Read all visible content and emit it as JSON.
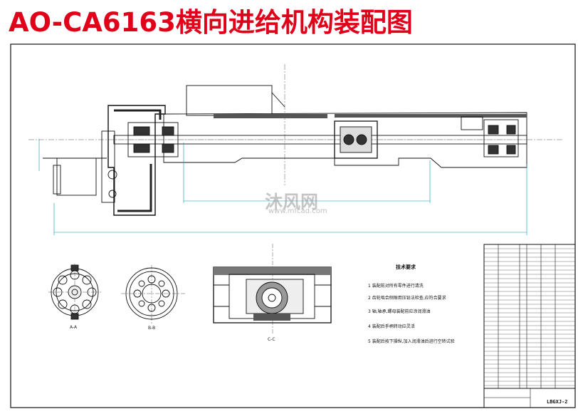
{
  "drawing": {
    "title": "AO-CA6163横向进给机构装配图",
    "section_labels": {
      "a": "A-A",
      "b": "B-B",
      "c": "C-C"
    },
    "tech_requirements": {
      "heading": "技术要求",
      "items": [
        "1 装配前对所有零件进行清洗",
        "2 齿轮啮合侧隙用压铅法检查,应符合要求",
        "3 轴,轴承,螺母装配前应涂润滑油",
        "4 装配后手柄转动应灵活",
        "5 装配后按下操纵,加入润滑油后进行空转试验"
      ]
    },
    "drawing_number": "LBGXJ-2",
    "watermark": {
      "text": "沐风网",
      "url": "www.mfcad.com"
    },
    "colors": {
      "title": "#e0001a",
      "line": "#111111",
      "dim": "#00a0b0"
    }
  }
}
